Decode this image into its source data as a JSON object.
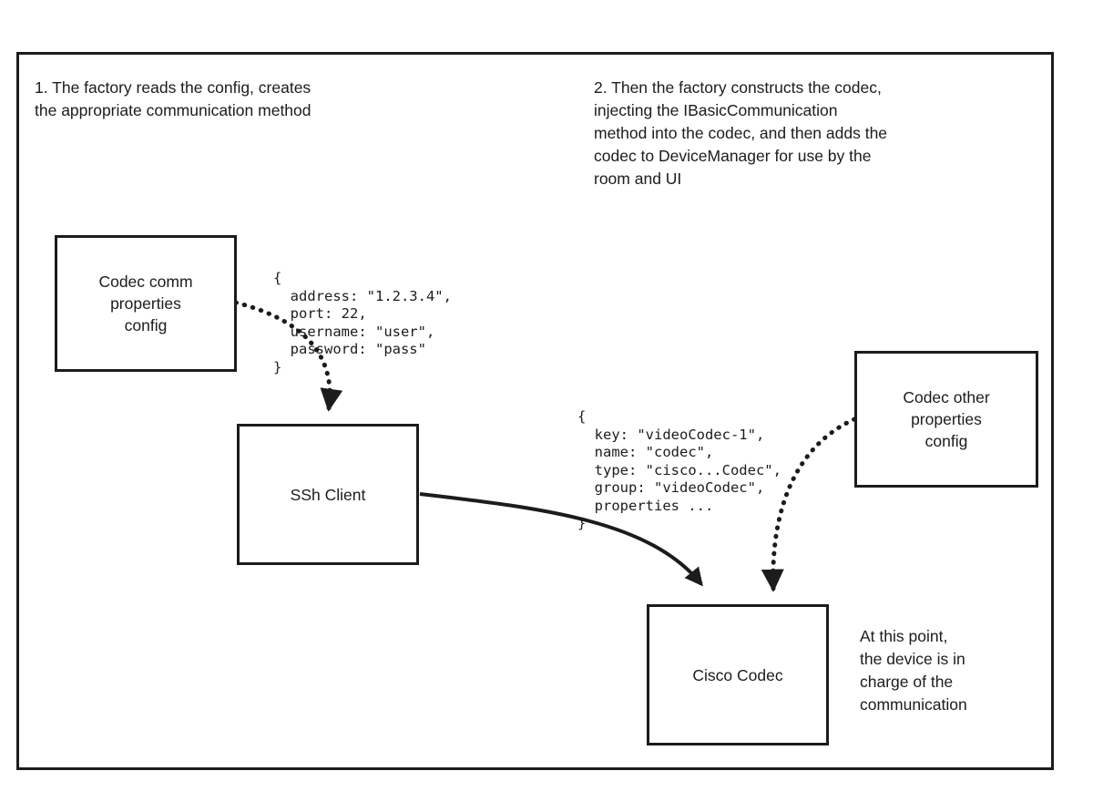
{
  "diagram": {
    "notes": {
      "step1": "1. The factory reads the config, creates\nthe appropriate communication method",
      "step2": "2. Then the factory constructs the codec,\ninjecting the IBasicCommunication\nmethod into the codec, and then adds the\ncodec to DeviceManager for use by the\nroom and UI",
      "at_this_point": "At this point,\nthe device is in\ncharge of the\ncommunication"
    },
    "boxes": {
      "codec_comm_config": "Codec comm\nproperties\nconfig",
      "ssh_client": "SSh Client",
      "codec_other_config": "Codec other\nproperties\nconfig",
      "cisco_codec": "Cisco Codec"
    },
    "code_blocks": {
      "comm_properties": "{\n  address: \"1.2.3.4\",\n  port: 22,\n  username: \"user\",\n  password: \"pass\"\n}",
      "codec_properties": "{\n  key: \"videoCodec-1\",\n  name: \"codec\",\n  type: \"cisco...Codec\",\n  group: \"videoCodec\",\n  properties ...\n}"
    },
    "colors": {
      "line": "#1c1c1c",
      "background": "#ffffff"
    }
  }
}
